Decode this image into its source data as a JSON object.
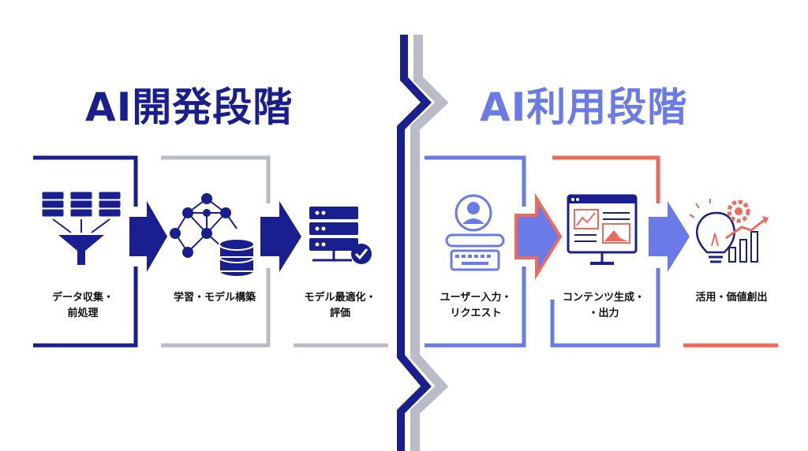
{
  "headings": {
    "development": "AI開発段階",
    "utilization": "AI利用段階"
  },
  "development_steps": [
    {
      "line1": "データ収集・",
      "line2": "前処理",
      "icon": "data-funnel-icon"
    },
    {
      "line1": "学習・モデル構築",
      "line2": "",
      "icon": "neural-network-database-icon"
    },
    {
      "line1": "モデル最適化・",
      "line2": "評価",
      "icon": "server-check-icon"
    }
  ],
  "utilization_steps": [
    {
      "line1": "ユーザー入力・",
      "line2": "リクエスト",
      "icon": "user-keyboard-icon"
    },
    {
      "line1": "コンテンツ生成・",
      "line2": "・出力",
      "icon": "content-monitor-icon"
    },
    {
      "line1": "活用・価値創出",
      "line2": "",
      "icon": "idea-growth-icon"
    }
  ],
  "colors": {
    "navy": "#1a1f8f",
    "periwinkle": "#6a7be8",
    "coral": "#ee6a5a",
    "gray": "#b9bcc4"
  }
}
